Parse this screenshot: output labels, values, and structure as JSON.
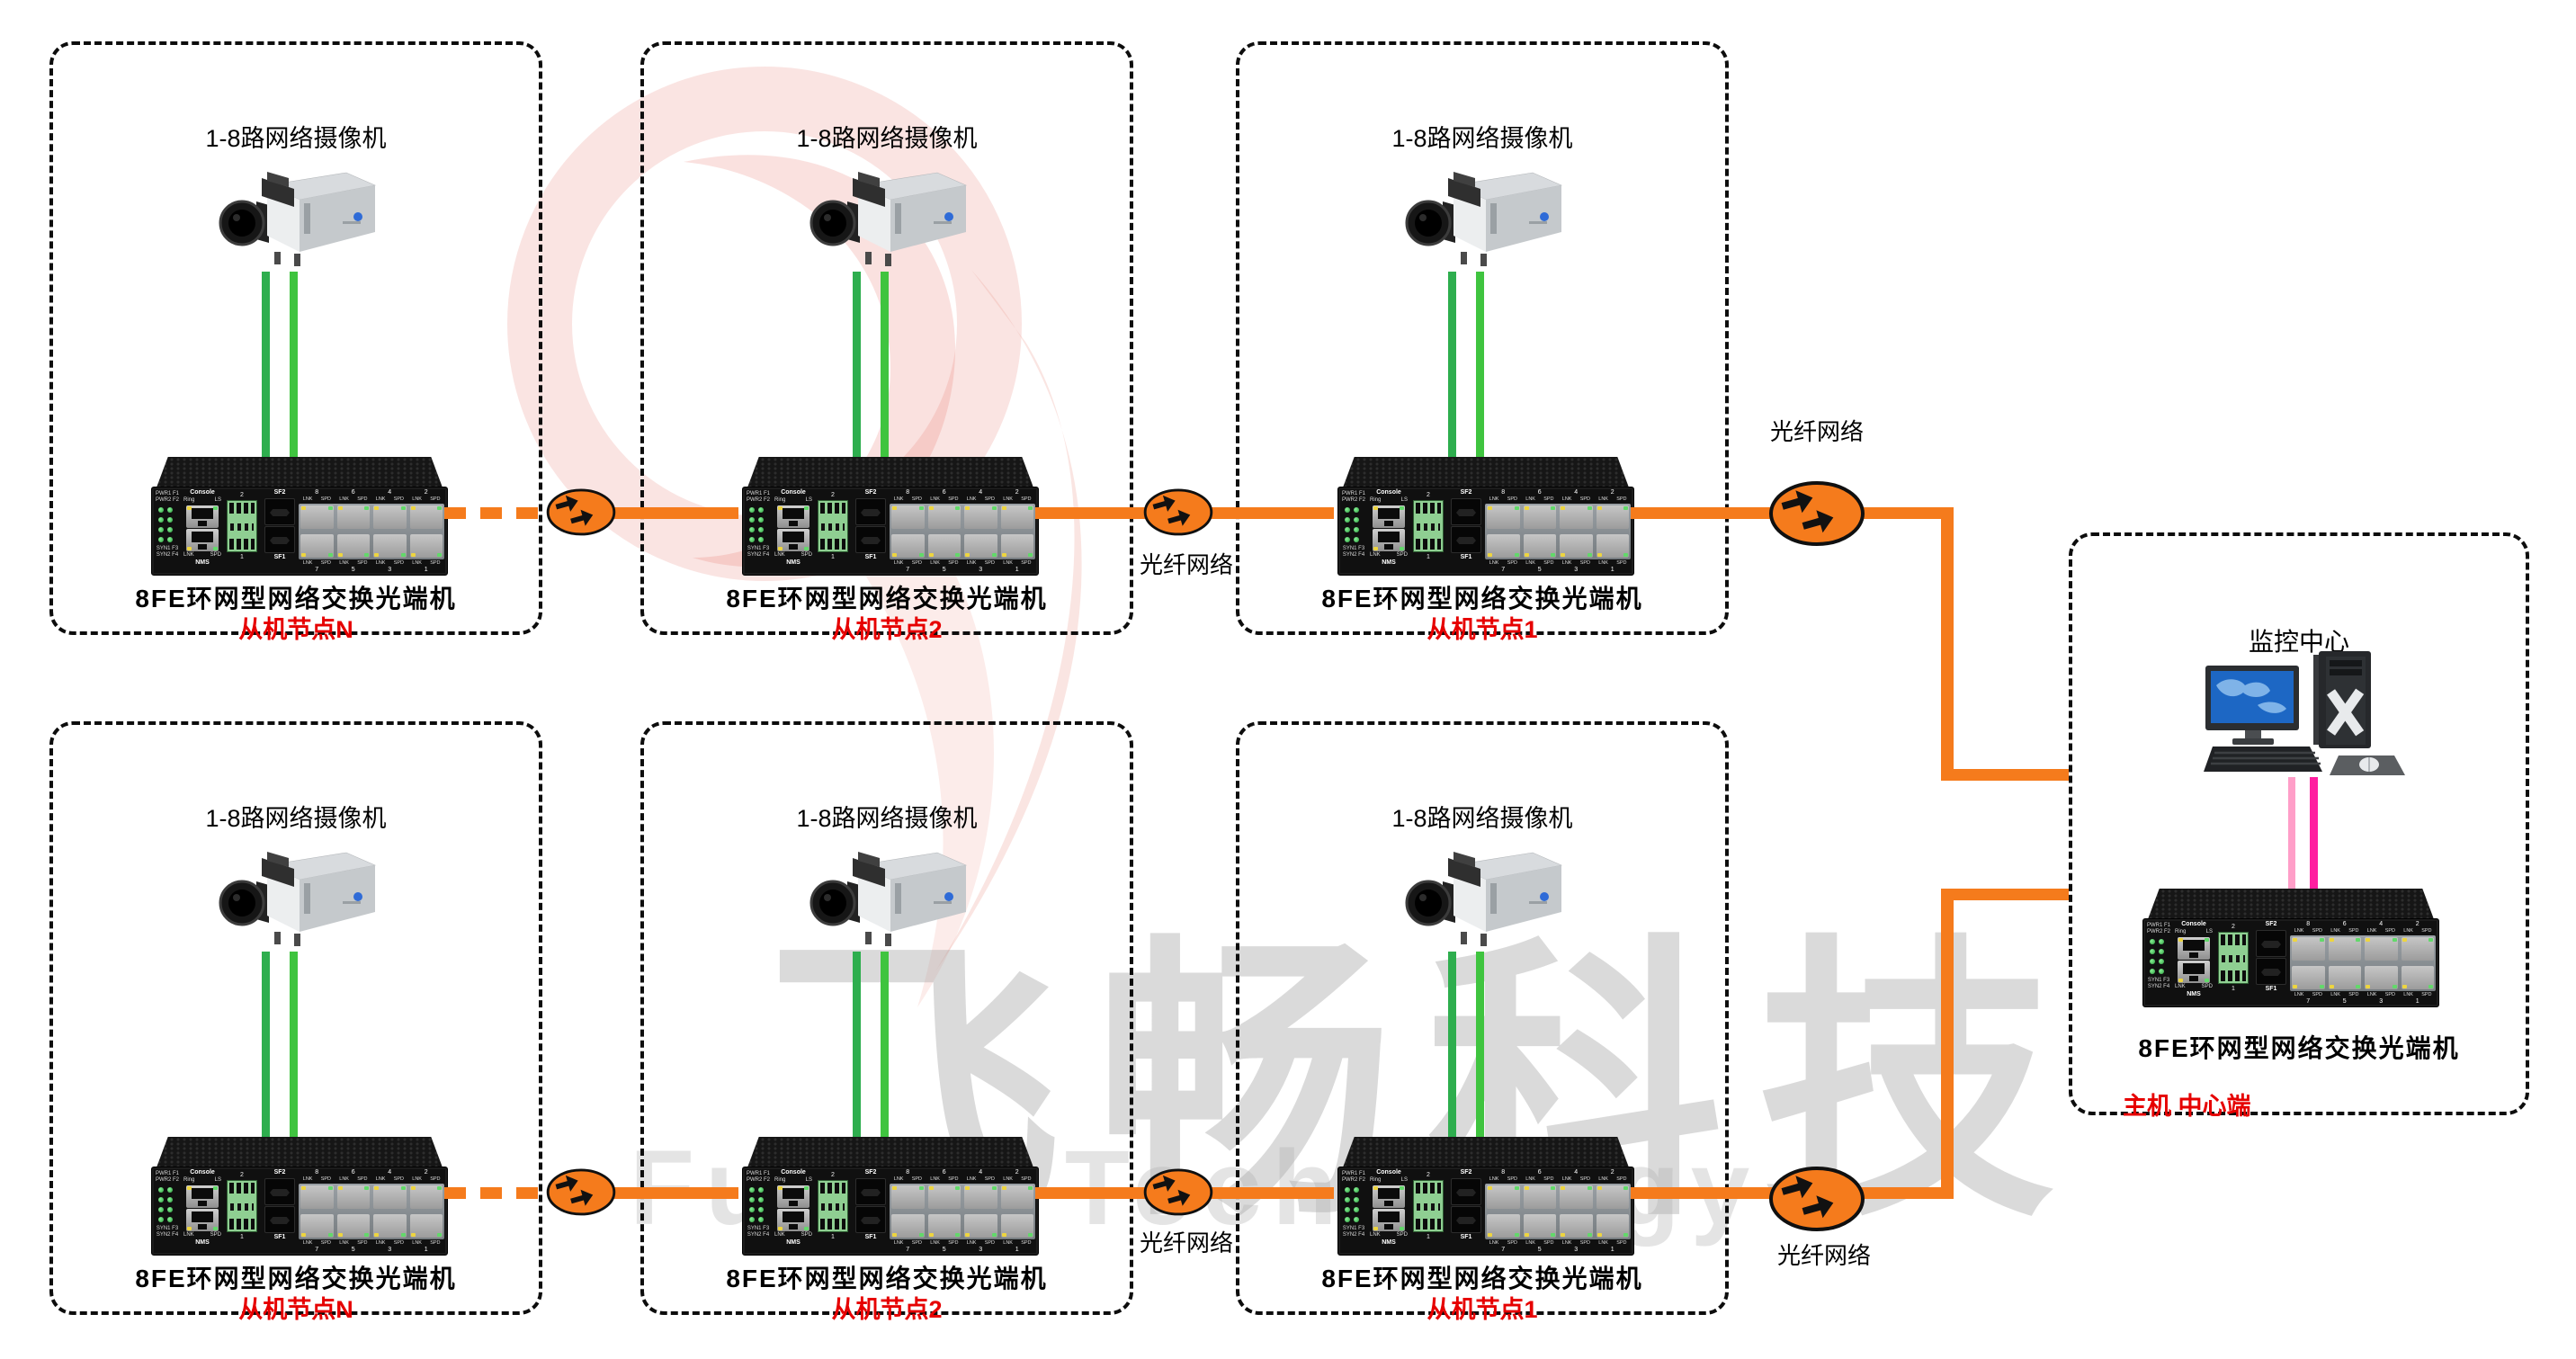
{
  "colors": {
    "fiber_orange": "#F57B1C",
    "node_label_red": "#E60000",
    "camera_line_green_1": "#2EAE4E",
    "camera_line_green_2": "#3FC43F",
    "pc_line_pink_light": "#FF9EC8",
    "pc_line_pink_dark": "#FF1FA0",
    "watermark_gray": "#9e9e9e"
  },
  "labels": {
    "camera_title": "1-8路网络摄像机",
    "device_label": "8FE环网型网络交换光端机",
    "fiber_network": "光纤网络"
  },
  "nodes": [
    {
      "label": "从机节点N"
    },
    {
      "label": "从机节点2"
    },
    {
      "label": "从机节点1"
    },
    {
      "label": "从机节点N"
    },
    {
      "label": "从机节点2"
    },
    {
      "label": "从机节点1"
    }
  ],
  "monitor": {
    "title": "监控中心",
    "device_label": "8FE环网型网络交换光端机",
    "host_label": "主机 中心端"
  },
  "switch": {
    "console": "Console",
    "ring": "Ring",
    "ls": "LS",
    "nms": "NMS",
    "lnk": "LNK",
    "spd": "SPD",
    "pwr1": "PWR1 F1",
    "pwr2": "PWR2 F2",
    "syn1": "SYN1 F3",
    "syn2": "SYN2 F4",
    "sf2": "SF2",
    "sf1": "SF1",
    "terminal_top": "2",
    "terminal_bottom": "1",
    "ports_top": [
      "8",
      "6",
      "4",
      "2"
    ],
    "ports_bottom": [
      "7",
      "5",
      "3",
      "1"
    ]
  },
  "watermark": {
    "cn": "飞畅科技",
    "en": "Future Technology"
  }
}
